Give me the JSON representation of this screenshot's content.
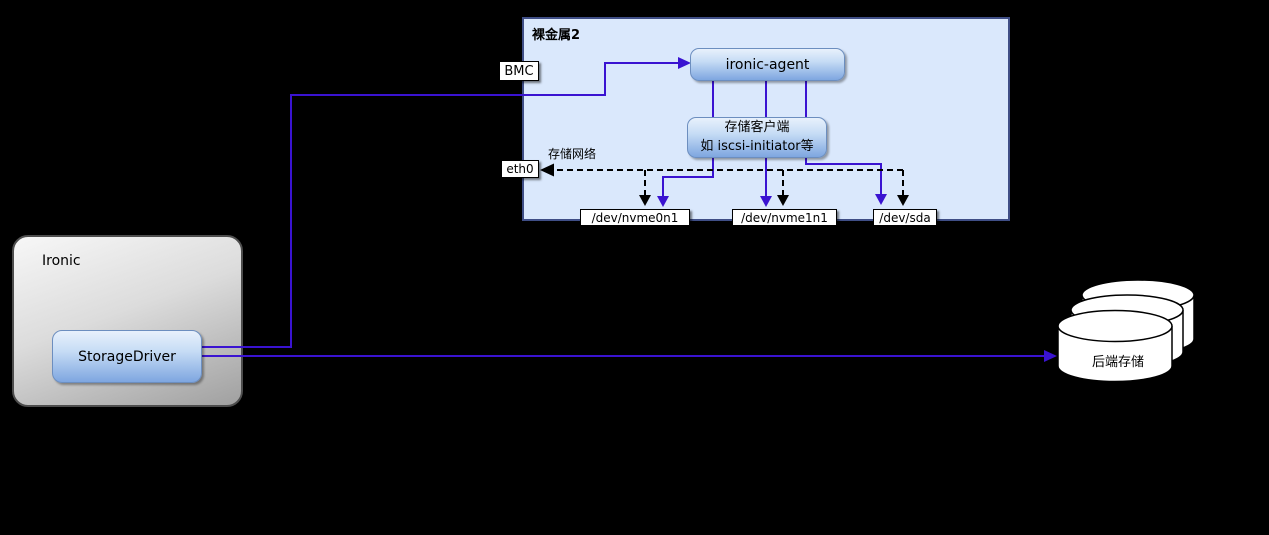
{
  "bare_metal": {
    "title": "裸金属2",
    "agent_label": "ironic-agent",
    "storage_client": {
      "line1": "存储客户端",
      "line2": "如 iscsi-initiator等"
    },
    "storage_network_label": "存储网络",
    "ports": {
      "bmc": "BMC",
      "eth0": "eth0"
    },
    "devices": [
      "/dev/nvme0n1",
      "/dev/nvme1n1",
      "/dev/sda"
    ]
  },
  "ironic": {
    "title": "Ironic",
    "storage_driver_label": "StorageDriver"
  },
  "backend_storage_label": "后端存储",
  "colors": {
    "connection_purple": "#3a13d1",
    "dashed_network_black": "#000000",
    "container_fill": "#dae8fc",
    "container_border": "#3f4e86",
    "node_gradient_top": "#dae8fc",
    "node_gradient_bottom": "#7ea6e0",
    "node_border": "#6c8ebf",
    "ironic_gradient_top": "#f7f7f7",
    "ironic_gradient_bottom": "#a0a0a0",
    "background": "#000000"
  }
}
